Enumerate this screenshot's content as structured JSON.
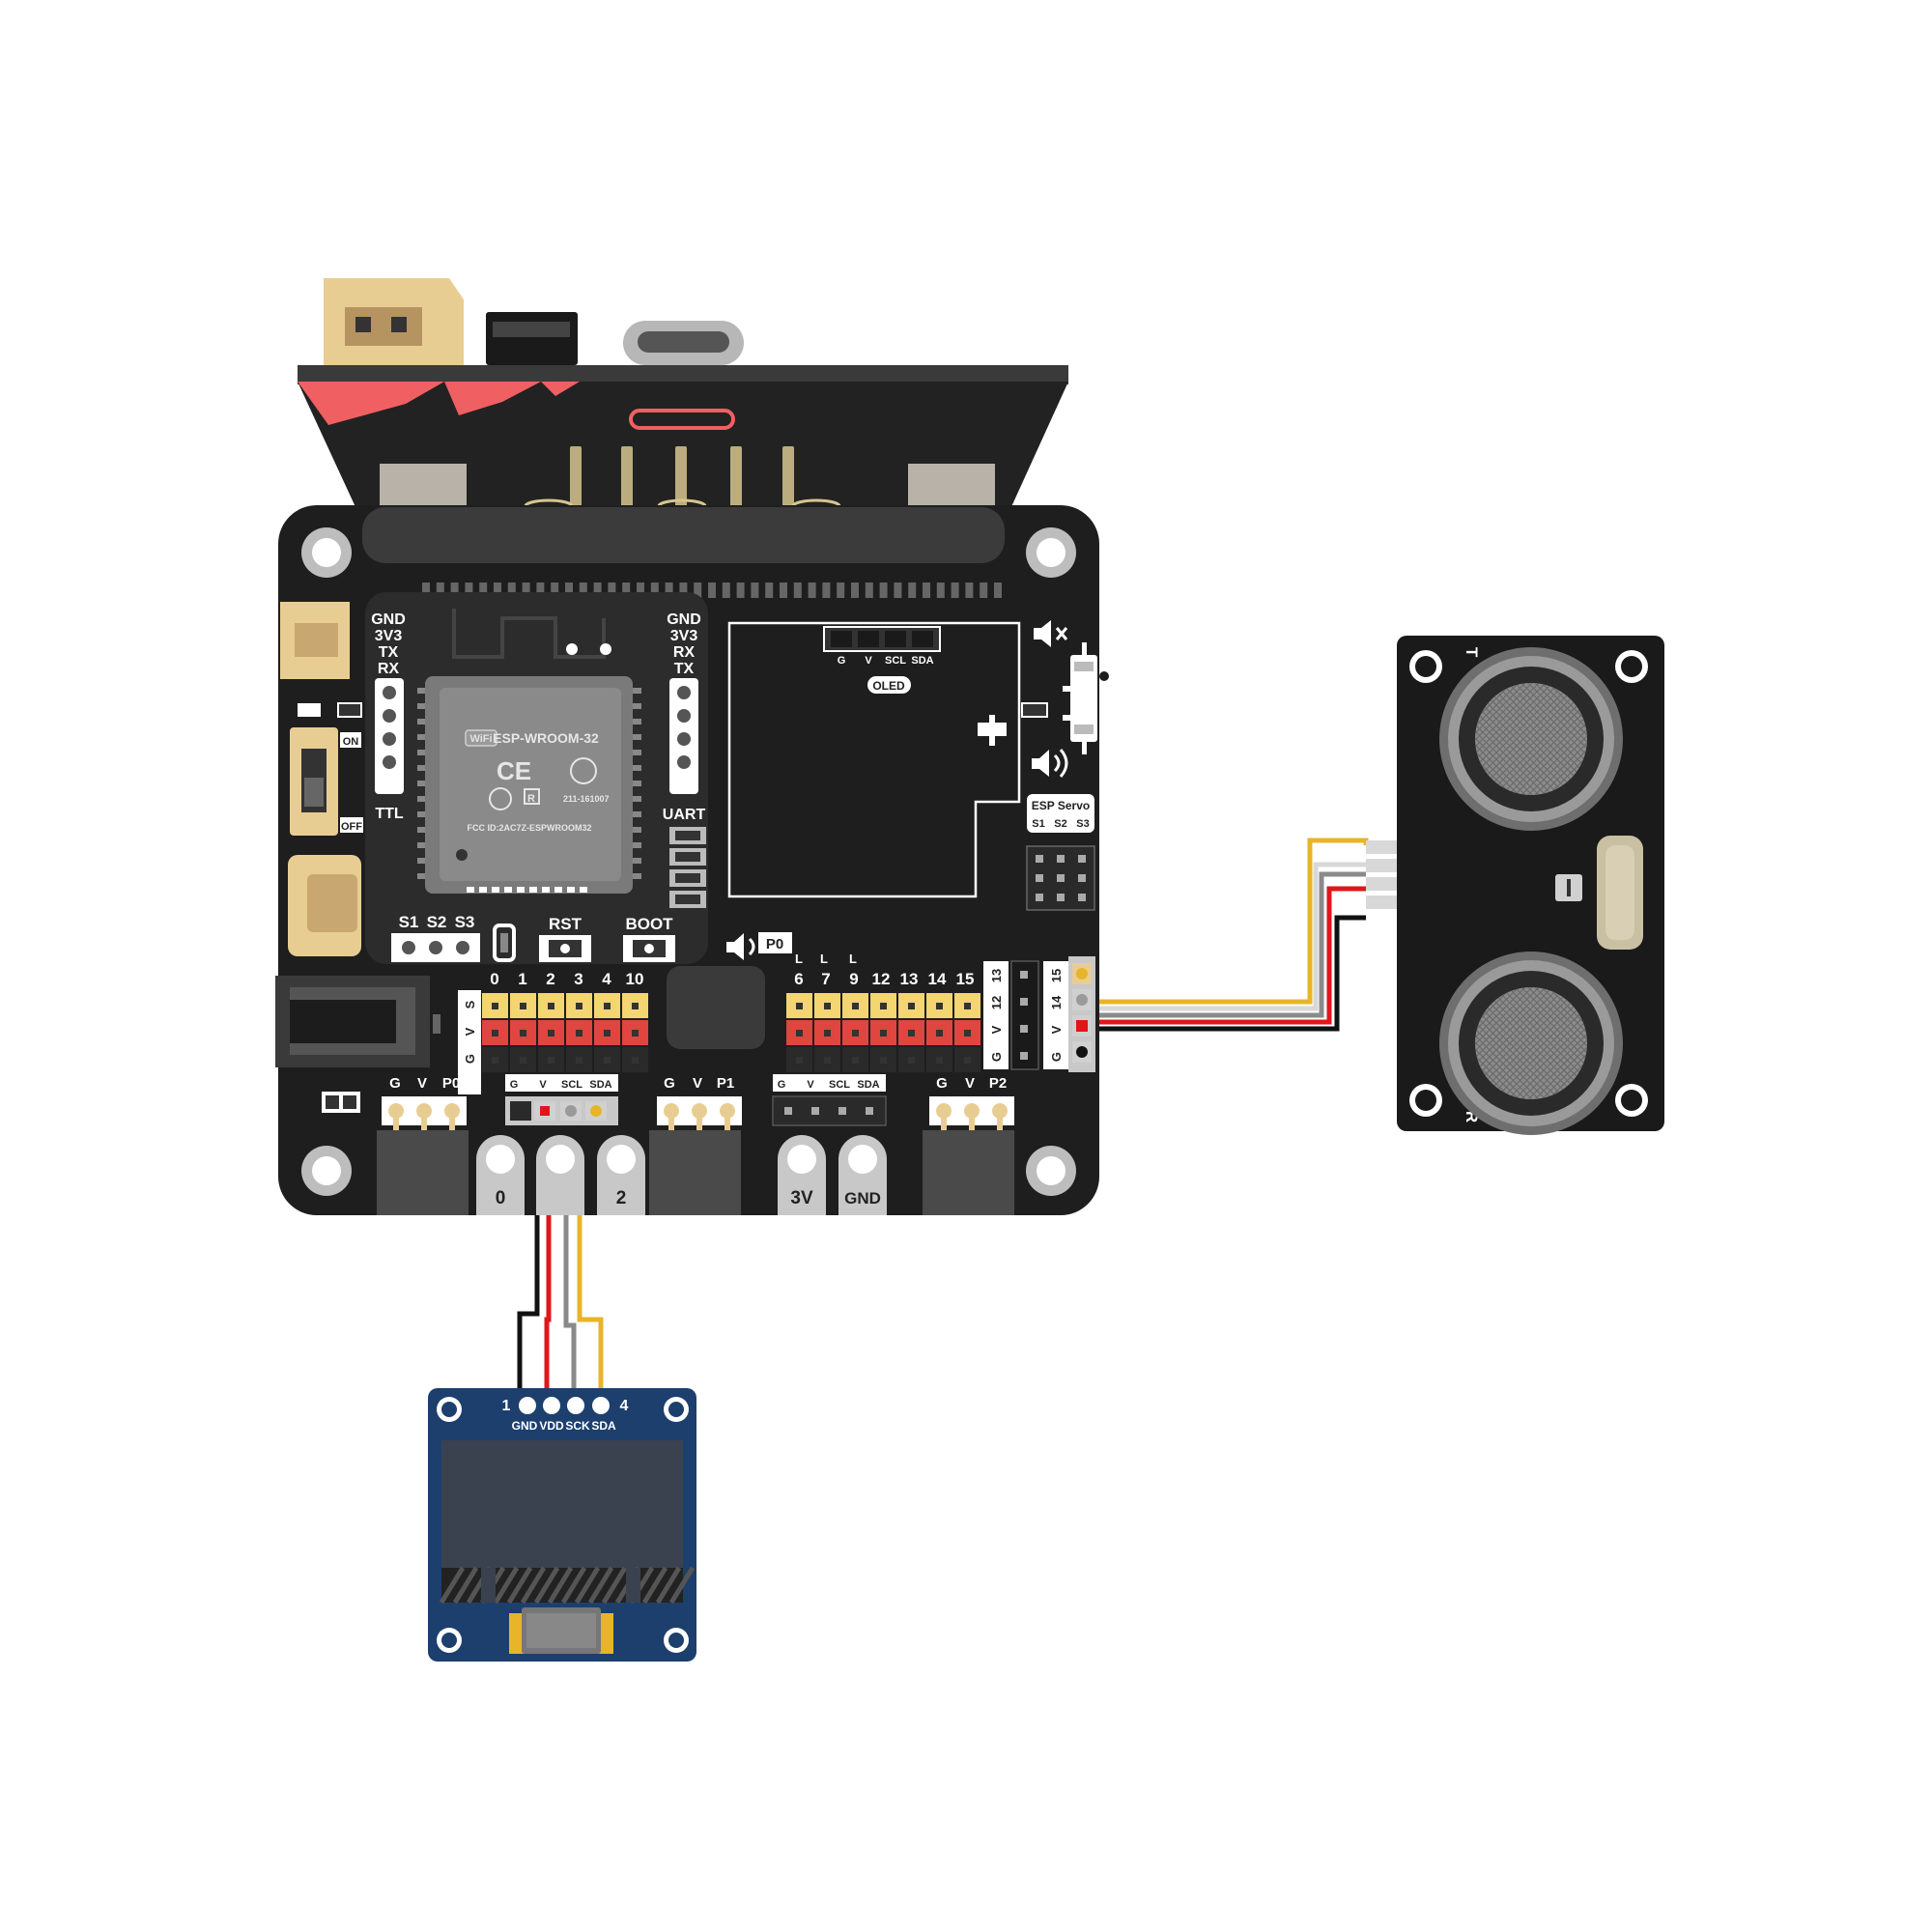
{
  "board": {
    "ttl_left": [
      "GND",
      "3V3",
      "TX",
      "RX"
    ],
    "ttl_label": "TTL",
    "uart_right": [
      "GND",
      "3V3",
      "RX",
      "TX"
    ],
    "uart_label": "UART",
    "module_brand": "WiFi",
    "module_name": "ESP-WROOM-32",
    "module_cert": "211-161007",
    "module_fcc": "FCC ID:2AC7Z-ESPWROOM32",
    "module_ce": "CE",
    "module_r": "R",
    "power_on": "ON",
    "power_off": "OFF",
    "buttons": {
      "s1": "S1",
      "s2": "S2",
      "s3": "S3",
      "rst": "RST",
      "boot": "BOOT"
    },
    "oled_pins": [
      "G",
      "V",
      "SCL",
      "SDA"
    ],
    "oled_label": "OLED",
    "esp_servo": "ESP Servo",
    "servo_pins": [
      "S1",
      "S2",
      "S3"
    ],
    "p0_tag": "P0",
    "pin_header_left": [
      "0",
      "1",
      "2",
      "3",
      "4",
      "10"
    ],
    "pin_header_right": [
      "6",
      "7",
      "9",
      "12",
      "13",
      "14",
      "15"
    ],
    "led_marks": [
      "L",
      "L",
      "L"
    ],
    "row_labels": [
      "S",
      "V",
      "G"
    ],
    "rot_pins_a": [
      "13",
      "12",
      "V",
      "G"
    ],
    "rot_pins_b": [
      "15",
      "14",
      "V",
      "G"
    ],
    "io_p0": [
      "G",
      "V",
      "P0"
    ],
    "io_p1": [
      "G",
      "V",
      "P1"
    ],
    "io_p2": [
      "G",
      "V",
      "P2"
    ],
    "iic_a": [
      "G",
      "V",
      "SCL",
      "SDA"
    ],
    "iic_b": [
      "G",
      "V",
      "SCL",
      "SDA"
    ],
    "edge_pads": [
      "0",
      "2",
      "3V",
      "GND"
    ]
  },
  "oled_module": {
    "pin_first": "1",
    "pin_last": "4",
    "pins": [
      "GND",
      "VDD",
      "SCK",
      "SDA"
    ]
  },
  "sensor": {
    "t_label": "T",
    "r_label": "R"
  },
  "wires": {
    "colors": {
      "black": "#111111",
      "red": "#e0161b",
      "gray": "#8a8a8a",
      "white": "#d8d8d8",
      "yellow": "#e8b52a"
    }
  }
}
